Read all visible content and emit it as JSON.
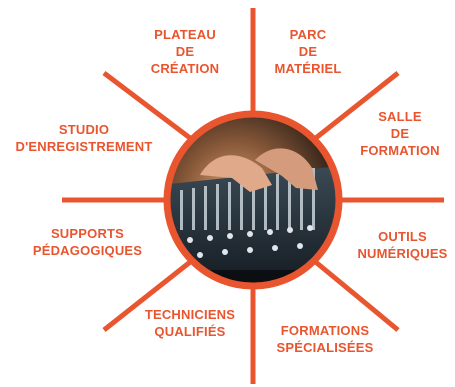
{
  "accent_color": "#e8552f",
  "center_image": {
    "description_icon": "mixing-console-photo"
  },
  "labels": {
    "plateau": "PLATEAU\nDE\nCRÉATION",
    "parc": "PARC\nDE\nMATÉRIEL",
    "salle": "SALLE\nDE\nFORMATION",
    "outils": "OUTILS\nNUMÉRIQUES",
    "formations": "FORMATIONS\nSPÉCIALISÉES",
    "techniciens": "TECHNICIENS\nQUALIFIÉS",
    "supports": "SUPPORTS\nPÉDAGOGIQUES",
    "studio": "STUDIO\nD'ENREGISTREMENT"
  }
}
